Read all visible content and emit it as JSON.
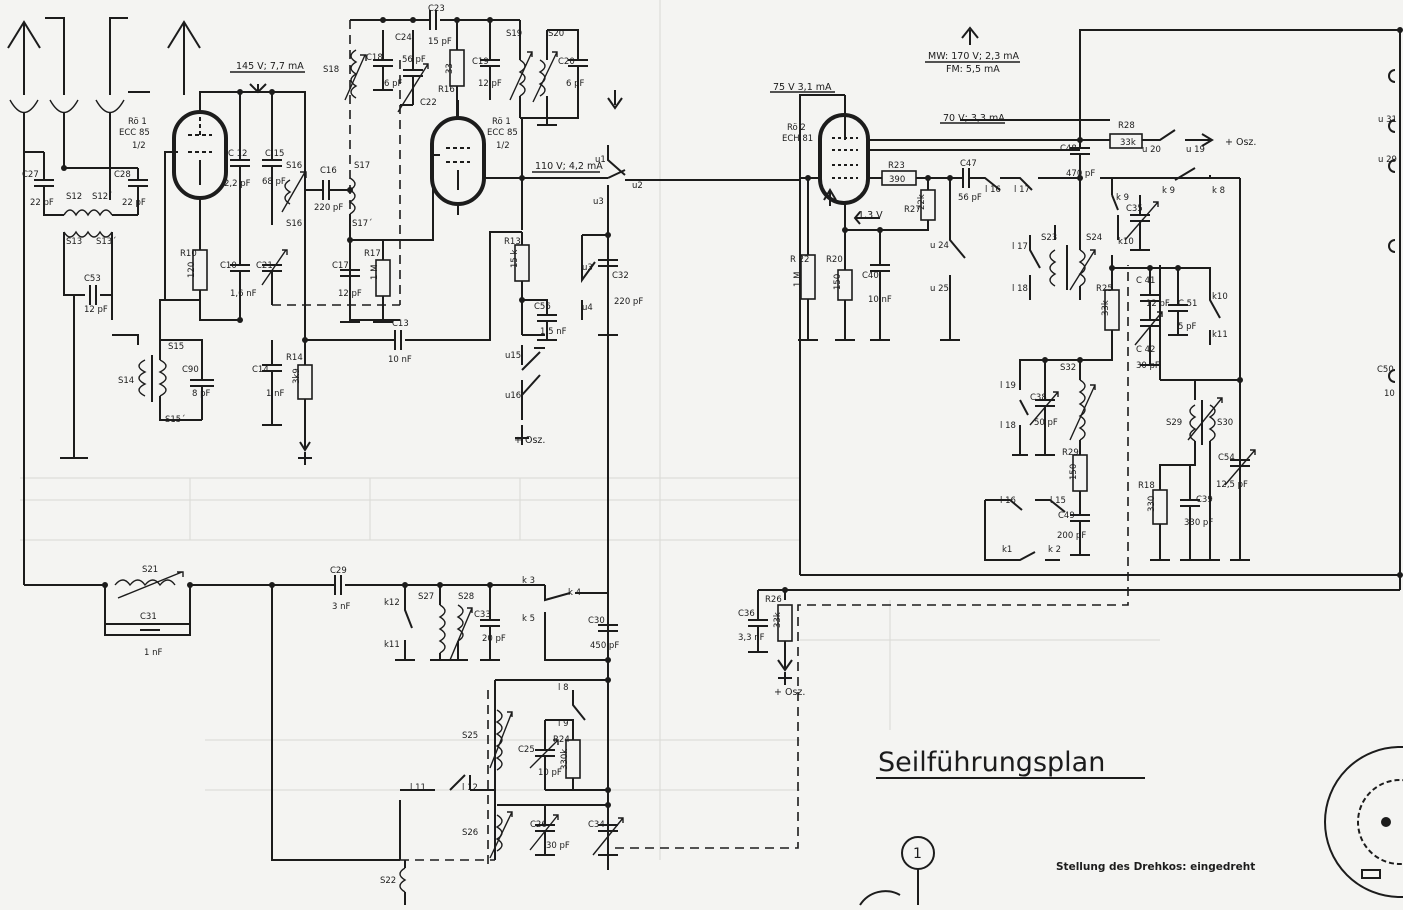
{
  "heading": {
    "title": "Seilführungsplan",
    "subtitle": "Stellung des Drehkos: eingedreht",
    "marker": "1"
  },
  "tubes": {
    "ro1_left": [
      "Rö 1",
      "ECC 85",
      "1/2"
    ],
    "ro1_right": [
      "Rö 1",
      "ECC 85",
      "1/2"
    ],
    "ro2": [
      "Rö 2",
      "ECH 81"
    ]
  },
  "voltages": {
    "v145": "145 V; 7,7 mA",
    "v110": "110 V; 4,2 mA",
    "v75": "75 V 3,1 mA",
    "v70": "70 V; 3,3 mA",
    "mw": "MW: 170 V; 2,3 mA",
    "fm": "FM: 5,5 mA",
    "v13": "1,3 V"
  },
  "osz": [
    "+ Osz.",
    "+ Osz.",
    "+ Osz."
  ],
  "labels": [
    {
      "id": "C27",
      "t": "C27"
    },
    {
      "id": "C27v",
      "t": "22 pF"
    },
    {
      "id": "S12",
      "t": "S12"
    },
    {
      "id": "S12b",
      "t": "S12´"
    },
    {
      "id": "C28",
      "t": "C28"
    },
    {
      "id": "C28v",
      "t": "22 pF"
    },
    {
      "id": "S13",
      "t": "S13"
    },
    {
      "id": "S13b",
      "t": "S13´"
    },
    {
      "id": "C53",
      "t": "C53"
    },
    {
      "id": "C53v",
      "t": "12 pF"
    },
    {
      "id": "S14",
      "t": "S14"
    },
    {
      "id": "S15",
      "t": "S15"
    },
    {
      "id": "S15b",
      "t": "S15´"
    },
    {
      "id": "C90",
      "t": "C90"
    },
    {
      "id": "C90v",
      "t": "8 pF"
    },
    {
      "id": "R10",
      "t": "R10"
    },
    {
      "id": "R10v",
      "t": "120"
    },
    {
      "id": "C10",
      "t": "C10"
    },
    {
      "id": "C10v",
      "t": "1,6 nF"
    },
    {
      "id": "C12",
      "t": "C 12"
    },
    {
      "id": "C12v",
      "t": "2,2 pF"
    },
    {
      "id": "C15",
      "t": "C 15"
    },
    {
      "id": "C15v",
      "t": "68 pF"
    },
    {
      "id": "S16",
      "t": "S16"
    },
    {
      "id": "S16b",
      "t": "S16´"
    },
    {
      "id": "C21",
      "t": "C21"
    },
    {
      "id": "C14",
      "t": "C14"
    },
    {
      "id": "C14v",
      "t": "1 nF"
    },
    {
      "id": "R14",
      "t": "R14"
    },
    {
      "id": "R14v",
      "t": "3k9"
    },
    {
      "id": "C16",
      "t": "C16"
    },
    {
      "id": "C16v",
      "t": "220 pF"
    },
    {
      "id": "S17",
      "t": "S17"
    },
    {
      "id": "S17b",
      "t": "S17´"
    },
    {
      "id": "C17",
      "t": "C17"
    },
    {
      "id": "C17v",
      "t": "12 pF"
    },
    {
      "id": "R17",
      "t": "R17"
    },
    {
      "id": "R17v",
      "t": "1 M"
    },
    {
      "id": "C13",
      "t": "C13"
    },
    {
      "id": "C13v",
      "t": "10 nF"
    },
    {
      "id": "S18",
      "t": "S18"
    },
    {
      "id": "C18",
      "t": "C18"
    },
    {
      "id": "C18v",
      "t": "6 pF"
    },
    {
      "id": "C24",
      "t": "C24"
    },
    {
      "id": "C24v",
      "t": "56 pF"
    },
    {
      "id": "C22",
      "t": "C22"
    },
    {
      "id": "C23",
      "t": "C23"
    },
    {
      "id": "C23v",
      "t": "15 pF"
    },
    {
      "id": "R16",
      "t": "R16"
    },
    {
      "id": "R16v",
      "t": "33"
    },
    {
      "id": "C19",
      "t": "C19"
    },
    {
      "id": "C19v",
      "t": "12 pF"
    },
    {
      "id": "S19",
      "t": "S19"
    },
    {
      "id": "S20",
      "t": "S20"
    },
    {
      "id": "C20",
      "t": "C20"
    },
    {
      "id": "C20v",
      "t": "6 pF"
    },
    {
      "id": "R13",
      "t": "R13"
    },
    {
      "id": "R13v",
      "t": "15 k"
    },
    {
      "id": "C56",
      "t": "C56"
    },
    {
      "id": "C56v",
      "t": "1,5 nF"
    },
    {
      "id": "u1",
      "t": "u1"
    },
    {
      "id": "u2",
      "t": "u2"
    },
    {
      "id": "u3",
      "t": "u3"
    },
    {
      "id": "u3b",
      "t": "u3"
    },
    {
      "id": "u4",
      "t": "u4"
    },
    {
      "id": "C32",
      "t": "C32"
    },
    {
      "id": "C32v",
      "t": "220 pF"
    },
    {
      "id": "u15",
      "t": "u15"
    },
    {
      "id": "u16",
      "t": "u16"
    },
    {
      "id": "S21",
      "t": "S21"
    },
    {
      "id": "C31",
      "t": "C31"
    },
    {
      "id": "C31v",
      "t": "1 nF"
    },
    {
      "id": "C29",
      "t": "C29"
    },
    {
      "id": "C29v",
      "t": "3 nF"
    },
    {
      "id": "k12",
      "t": "k12"
    },
    {
      "id": "k11",
      "t": "k11"
    },
    {
      "id": "S27",
      "t": "S27"
    },
    {
      "id": "S28",
      "t": "S28"
    },
    {
      "id": "C33",
      "t": "C33"
    },
    {
      "id": "C33v",
      "t": "20 pF"
    },
    {
      "id": "k3",
      "t": "k 3"
    },
    {
      "id": "k4",
      "t": "k 4"
    },
    {
      "id": "k5",
      "t": "k 5"
    },
    {
      "id": "C30",
      "t": "C30"
    },
    {
      "id": "C30v",
      "t": "450 pF"
    },
    {
      "id": "l8",
      "t": "l 8"
    },
    {
      "id": "l9",
      "t": "l 9"
    },
    {
      "id": "S25",
      "t": "S25"
    },
    {
      "id": "C25",
      "t": "C25"
    },
    {
      "id": "C25v",
      "t": "10 pF"
    },
    {
      "id": "R24",
      "t": "R24"
    },
    {
      "id": "R24v",
      "t": "330k"
    },
    {
      "id": "l11",
      "t": "l 11"
    },
    {
      "id": "l12",
      "t": "l 12"
    },
    {
      "id": "S26",
      "t": "S26"
    },
    {
      "id": "C26",
      "t": "C26"
    },
    {
      "id": "C26v",
      "t": "30 pF"
    },
    {
      "id": "C34",
      "t": "C34"
    },
    {
      "id": "S22",
      "t": "S22"
    },
    {
      "id": "R22",
      "t": "R 22"
    },
    {
      "id": "R22v",
      "t": "1 M"
    },
    {
      "id": "R20",
      "t": "R20"
    },
    {
      "id": "R20v",
      "t": "150"
    },
    {
      "id": "C40",
      "t": "C40"
    },
    {
      "id": "C40v",
      "t": "10 nF"
    },
    {
      "id": "R23",
      "t": "R23"
    },
    {
      "id": "R23v",
      "t": "390"
    },
    {
      "id": "R27",
      "t": "R27"
    },
    {
      "id": "R27v",
      "t": "22k"
    },
    {
      "id": "C47",
      "t": "C47"
    },
    {
      "id": "C47v",
      "t": "56 pF"
    },
    {
      "id": "l16",
      "t": "l 16"
    },
    {
      "id": "l17",
      "t": "l 17"
    },
    {
      "id": "u24",
      "t": "u 24"
    },
    {
      "id": "u25",
      "t": "u 25"
    },
    {
      "id": "l17b",
      "t": "l 17"
    },
    {
      "id": "l18",
      "t": "l 18"
    },
    {
      "id": "S23",
      "t": "S23"
    },
    {
      "id": "S24",
      "t": "S24"
    },
    {
      "id": "C48",
      "t": "C48"
    },
    {
      "id": "C48v",
      "t": "470 pF"
    },
    {
      "id": "R28",
      "t": "R28"
    },
    {
      "id": "R28v",
      "t": "33k"
    },
    {
      "id": "u20",
      "t": "u 20"
    },
    {
      "id": "u19",
      "t": "u 19"
    },
    {
      "id": "k9",
      "t": "k 9"
    },
    {
      "id": "k9b",
      "t": "k 9"
    },
    {
      "id": "k8",
      "t": "k 8"
    },
    {
      "id": "C35",
      "t": "C35"
    },
    {
      "id": "k10",
      "t": "k10"
    },
    {
      "id": "R25",
      "t": "R25"
    },
    {
      "id": "R25v",
      "t": "33k"
    },
    {
      "id": "C41",
      "t": "C 41"
    },
    {
      "id": "C41v",
      "t": "12 pF"
    },
    {
      "id": "C51",
      "t": "C 51"
    },
    {
      "id": "C51v",
      "t": "5 pF"
    },
    {
      "id": "k10b",
      "t": "k10"
    },
    {
      "id": "k11b",
      "t": "k11"
    },
    {
      "id": "C42",
      "t": "C 42"
    },
    {
      "id": "C42v",
      "t": "30 pF"
    },
    {
      "id": "l19",
      "t": "l 19"
    },
    {
      "id": "l18b",
      "t": "l 18"
    },
    {
      "id": "C38",
      "t": "C38"
    },
    {
      "id": "C38v",
      "t": "50 pF"
    },
    {
      "id": "S32",
      "t": "S32"
    },
    {
      "id": "R29",
      "t": "R29"
    },
    {
      "id": "R29v",
      "t": "150"
    },
    {
      "id": "S29",
      "t": "S29"
    },
    {
      "id": "S30",
      "t": "S30"
    },
    {
      "id": "C54",
      "t": "C54"
    },
    {
      "id": "C54v",
      "t": "12,5 pF"
    },
    {
      "id": "R18",
      "t": "R18"
    },
    {
      "id": "R18v",
      "t": "330"
    },
    {
      "id": "C39",
      "t": "C39"
    },
    {
      "id": "C39v",
      "t": "330 pF"
    },
    {
      "id": "l16b",
      "t": "l 16"
    },
    {
      "id": "l15",
      "t": "l 15"
    },
    {
      "id": "C49",
      "t": "C49"
    },
    {
      "id": "C49v",
      "t": "200 pF"
    },
    {
      "id": "k1",
      "t": "k1"
    },
    {
      "id": "k2",
      "t": "k 2"
    },
    {
      "id": "C36",
      "t": "C36"
    },
    {
      "id": "C36v",
      "t": "3,3 nF"
    },
    {
      "id": "R26",
      "t": "R26"
    },
    {
      "id": "R26v",
      "t": "33k"
    },
    {
      "id": "u31",
      "t": "u 31"
    },
    {
      "id": "u29",
      "t": "u 29"
    },
    {
      "id": "C50",
      "t": "C50"
    },
    {
      "id": "C50v",
      "t": "10"
    }
  ]
}
